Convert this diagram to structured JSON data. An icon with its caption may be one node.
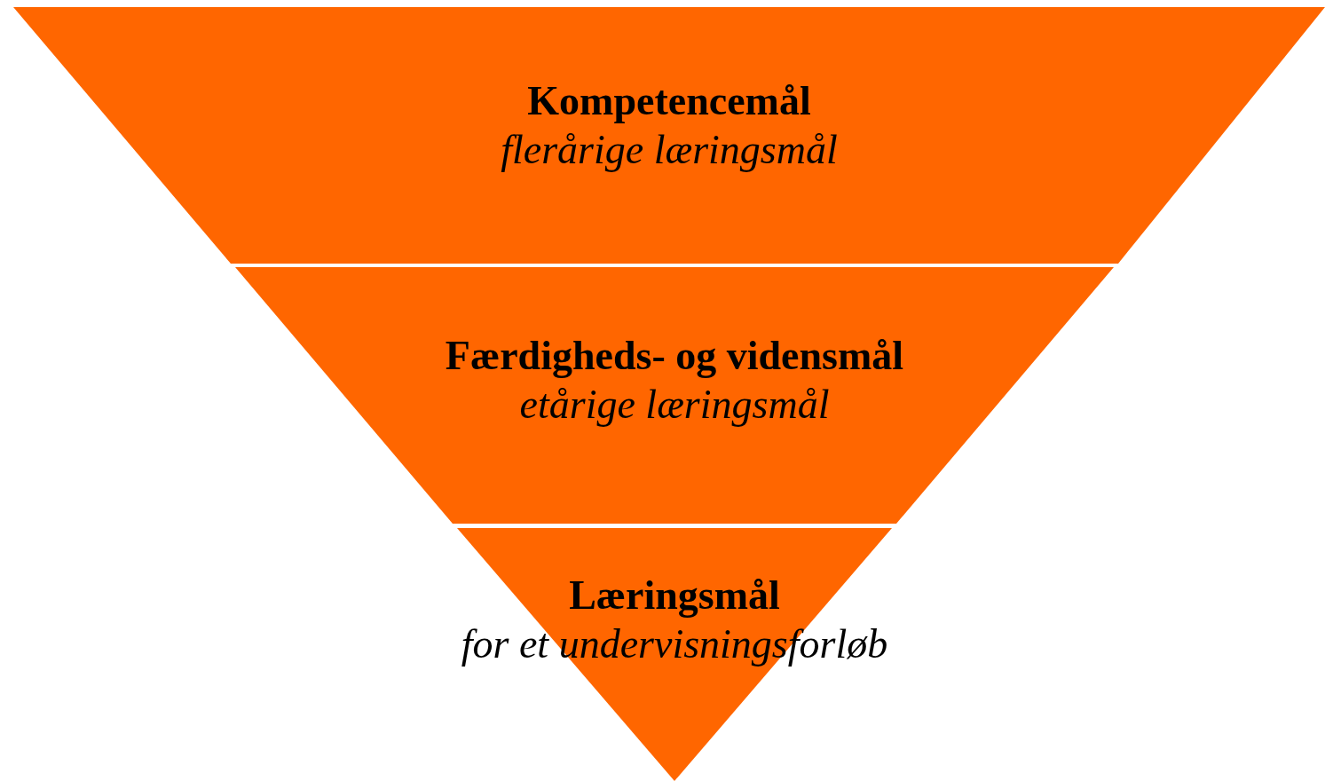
{
  "diagram": {
    "nodes": [
      {
        "text": [
          "Kompetencemål",
          "flerårige læringsmål"
        ]
      },
      {
        "text": [
          "Færdigheds- og vidensmål",
          "etårige læringsmål"
        ]
      },
      {
        "text": [
          "Læringsmål",
          "for et undervisningsforløb"
        ]
      }
    ]
  }
}
